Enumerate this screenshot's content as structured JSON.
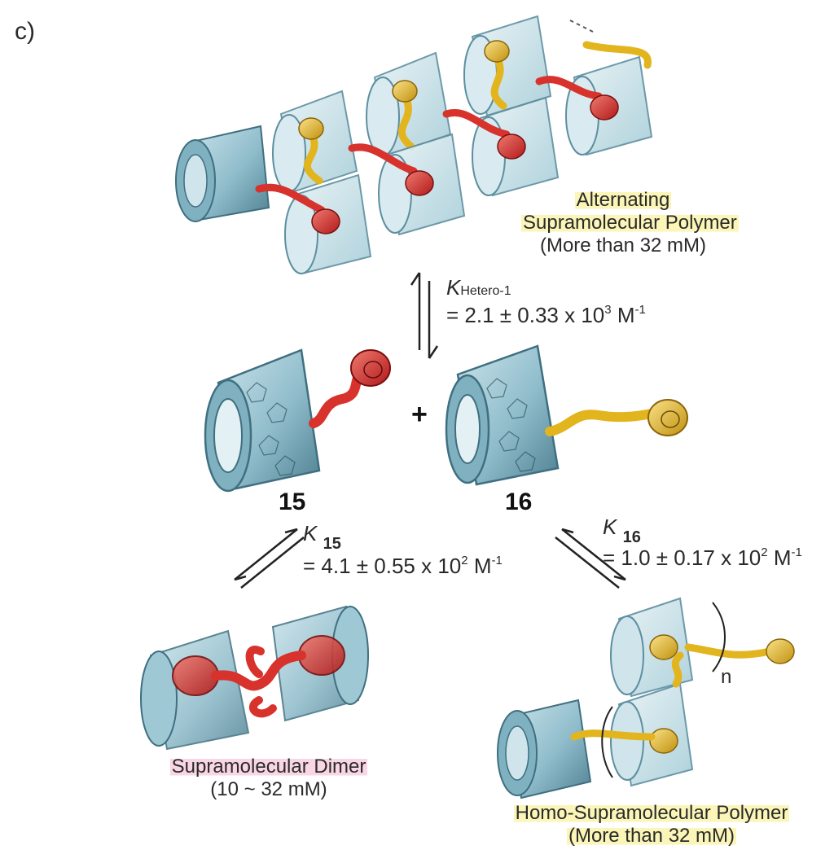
{
  "panel_label": "c)",
  "top": {
    "caption_line1": "Alternating",
    "caption_line2": "Supramolecular Polymer",
    "condition": "(More than  32 mM)"
  },
  "equilibrium_hetero": {
    "symbol": "K",
    "subscript": "Hetero-1",
    "value": "= 2.1 ± 0.33 x 10",
    "exponent": "3",
    "unit": " M",
    "unit_exponent": "-1"
  },
  "center": {
    "compound_left": "15",
    "compound_right": "16",
    "plus": "+"
  },
  "equilibrium_15": {
    "symbol": "K",
    "subscript": "15",
    "value": "= 4.1 ± 0.55 x 10",
    "exponent": "2",
    "unit": " M",
    "unit_exponent": "-1"
  },
  "equilibrium_16": {
    "symbol": "K",
    "subscript": "16",
    "value": "= 1.0 ± 0.17 x 10",
    "exponent": "2",
    "unit": "  M",
    "unit_exponent": "-1"
  },
  "bottom_left": {
    "caption": "Supramolecular Dimer",
    "condition": "(10 ~ 32 mM)"
  },
  "bottom_right": {
    "caption": "Homo-Supramolecular Polymer",
    "condition": "(More than  32 mM)",
    "repeat_label": "n"
  },
  "colors": {
    "cyclodextrin": "#9ec9d4",
    "cyclodextrin_dark": "#5d8fa0",
    "guest_red": "#d8322c",
    "guest_yellow": "#e2b51f",
    "highlight_yellow": "#fbf6b8",
    "highlight_pink": "#f9d6e4"
  }
}
